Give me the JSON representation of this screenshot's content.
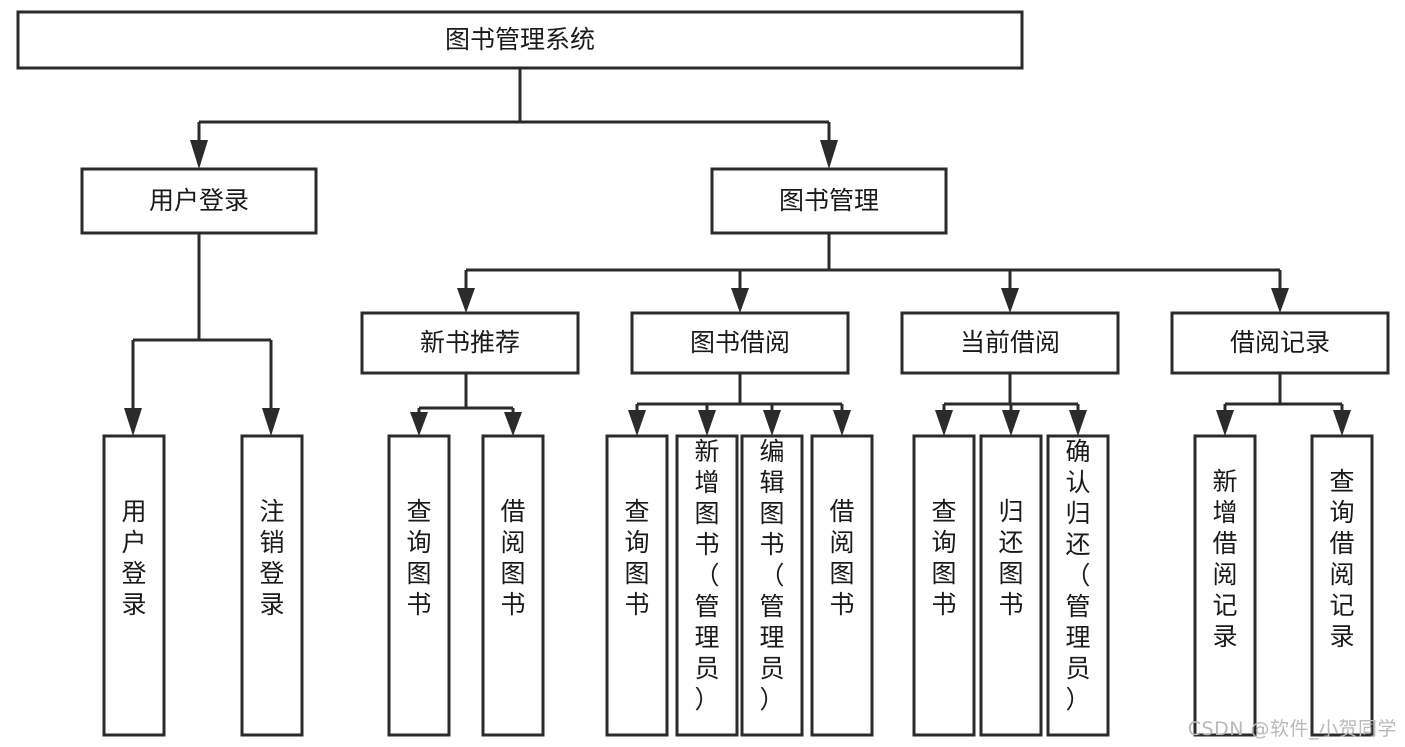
{
  "diagram": {
    "title": "图书管理系统",
    "watermark": "CSDN @软件_小贺同学",
    "colors": {
      "stroke": "#2b2b2b",
      "fill": "#ffffff",
      "text": "#1a1a1a",
      "watermark": "#b9b9b9",
      "background": "#ffffff"
    },
    "root": {
      "label": "图书管理系统"
    },
    "level2": [
      {
        "label": "用户登录"
      },
      {
        "label": "图书管理"
      }
    ],
    "level3": [
      {
        "label": "新书推荐"
      },
      {
        "label": "图书借阅"
      },
      {
        "label": "当前借阅"
      },
      {
        "label": "借阅记录"
      }
    ],
    "leaves": {
      "user_login": [
        {
          "label": "用户登录"
        },
        {
          "label": "注销登录"
        }
      ],
      "new_book_recommend": [
        {
          "label": "查询图书"
        },
        {
          "label": "借阅图书"
        }
      ],
      "book_borrow": [
        {
          "label": "查询图书"
        },
        {
          "label": "新增图书（管理员）"
        },
        {
          "label": "编辑图书（管理员）"
        },
        {
          "label": "借阅图书"
        }
      ],
      "current_borrow": [
        {
          "label": "查询图书"
        },
        {
          "label": "归还图书"
        },
        {
          "label": "确认归还（管理员）"
        }
      ],
      "borrow_records": [
        {
          "label": "新增借阅记录"
        },
        {
          "label": "查询借阅记录"
        }
      ]
    }
  }
}
